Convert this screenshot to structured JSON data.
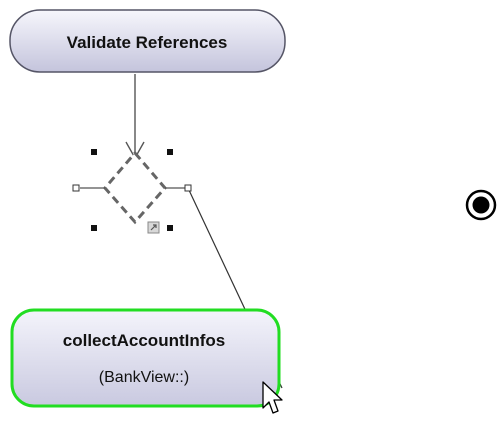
{
  "diagram": {
    "nodes": {
      "validate_action": {
        "label": "Validate References"
      },
      "collect_action": {
        "label": "collectAccountInfos",
        "sublabel": "(BankView::)"
      }
    },
    "colors": {
      "action_fill_top": "#f4f4fb",
      "action_fill_bottom": "#c9c9e0",
      "action_border": "#555566",
      "selected_border": "#22dd22",
      "decision_stroke": "#666666",
      "flow_line": "#555555",
      "handle": "#111111"
    },
    "icons": {
      "cursor": "mouse-pointer-icon",
      "final_node": "activity-final-node-icon",
      "decision": "decision-node-icon"
    }
  }
}
